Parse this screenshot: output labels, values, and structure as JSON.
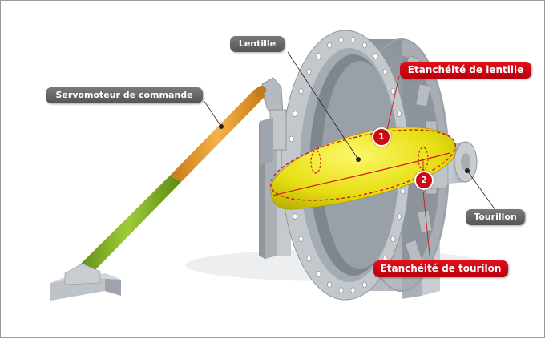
{
  "labels": {
    "lentille": "Lentille",
    "servomoteur": "Servomoteur de commande",
    "tourillon": "Tourillon",
    "etancheite_lentille": "Etanchéité de lentille",
    "etancheite_tourillon": "Etanchéité de tourilon"
  },
  "markers": {
    "one": "1",
    "two": "2"
  },
  "colors": {
    "label_gray": "#646464",
    "label_red": "#cc0a14",
    "steel": "#b9bec4",
    "lens_yellow": "#e8e21a",
    "rod_orange": "#e89b2a",
    "rod_green": "#7fae22"
  }
}
